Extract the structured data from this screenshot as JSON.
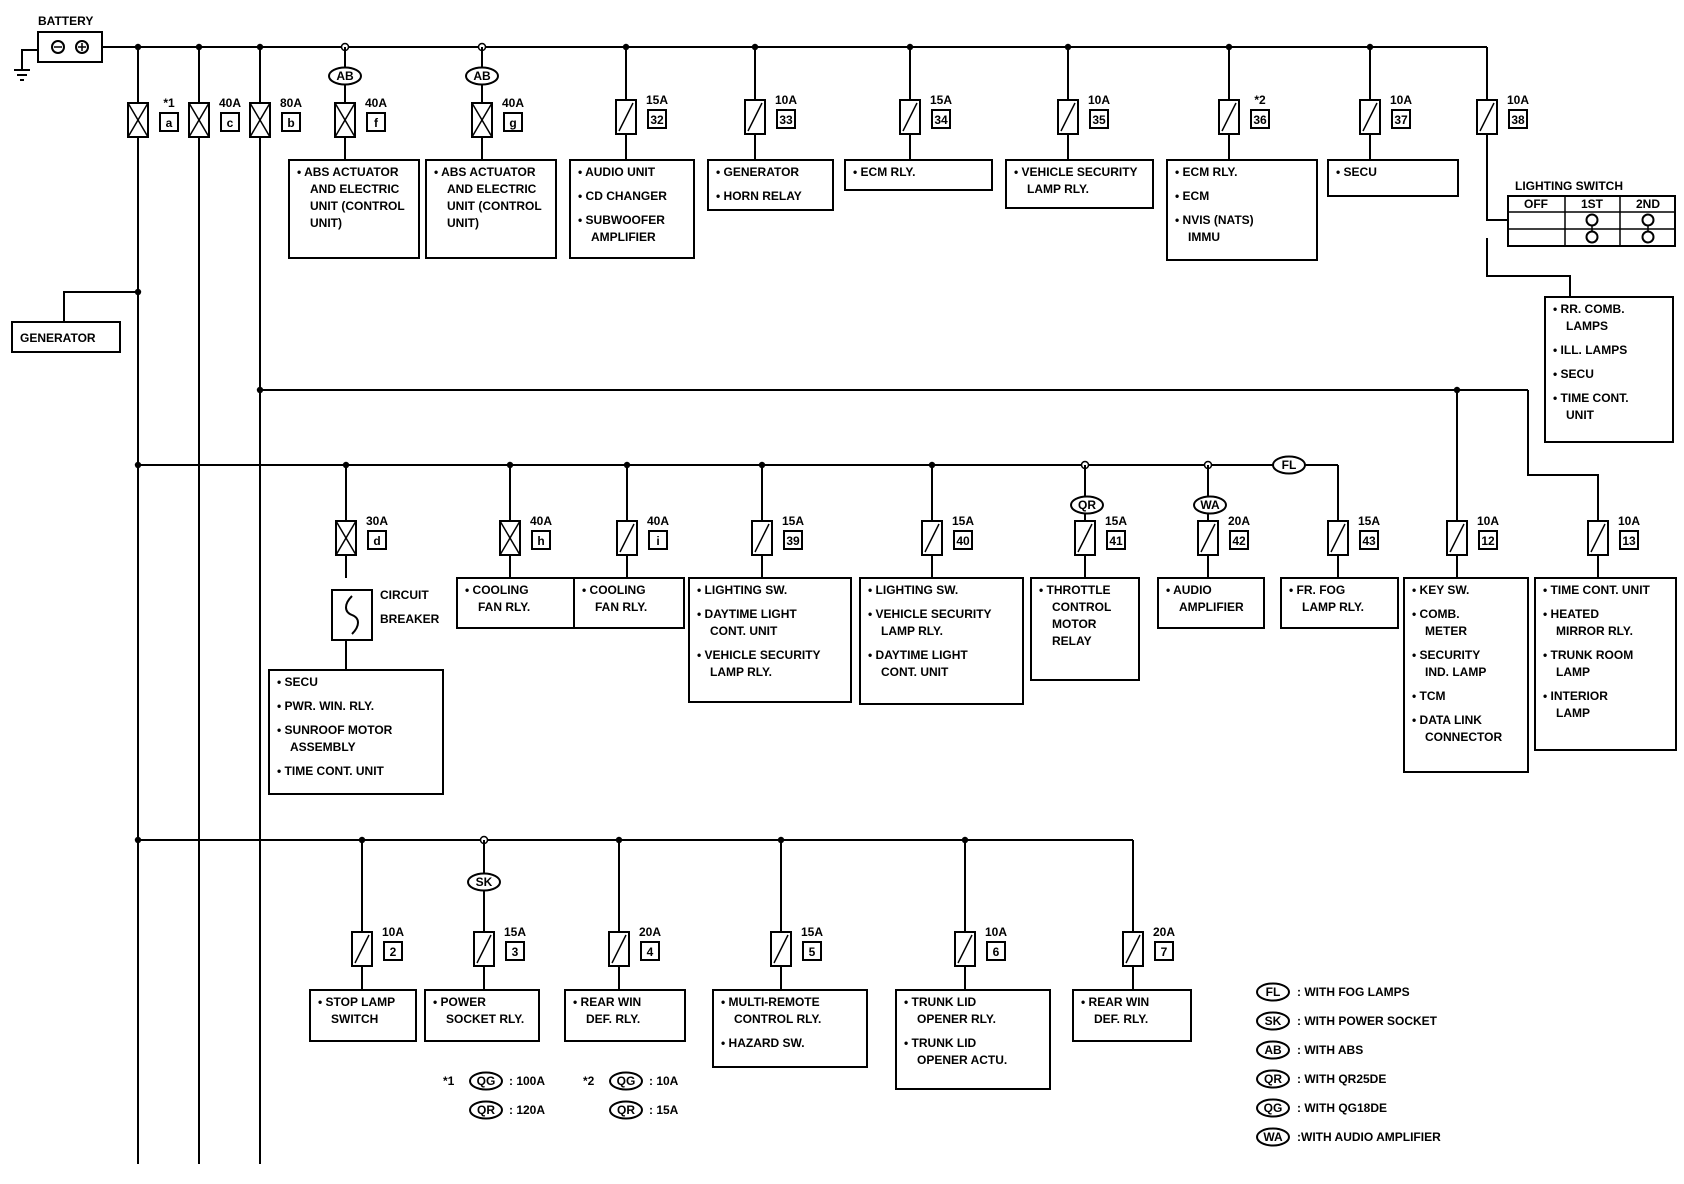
{
  "battery_label": "BATTERY",
  "generator_label": "GENERATOR",
  "lighting_switch": {
    "title": "LIGHTING SWITCH",
    "cols": [
      "OFF",
      "1ST",
      "2ND"
    ]
  },
  "fuses": [
    {
      "id": "a",
      "rating": "*1",
      "link": "a",
      "type": "link"
    },
    {
      "id": "c",
      "rating": "40A",
      "link": "c",
      "type": "link"
    },
    {
      "id": "b",
      "rating": "80A",
      "link": "b",
      "type": "link"
    },
    {
      "id": "f",
      "rating": "40A",
      "link": "f",
      "type": "link"
    },
    {
      "id": "g",
      "rating": "40A",
      "link": "g",
      "type": "link"
    },
    {
      "id": "32",
      "rating": "15A",
      "link": "32",
      "type": "fuse"
    },
    {
      "id": "33",
      "rating": "10A",
      "link": "33",
      "type": "fuse"
    },
    {
      "id": "34",
      "rating": "15A",
      "link": "34",
      "type": "fuse"
    },
    {
      "id": "35",
      "rating": "10A",
      "link": "35",
      "type": "fuse"
    },
    {
      "id": "36",
      "rating": "*2",
      "link": "36",
      "type": "fuse"
    },
    {
      "id": "37",
      "rating": "10A",
      "link": "37",
      "type": "fuse"
    },
    {
      "id": "38",
      "rating": "10A",
      "link": "38",
      "type": "fuse"
    },
    {
      "id": "d",
      "rating": "30A",
      "link": "d",
      "type": "link"
    },
    {
      "id": "h",
      "rating": "40A",
      "link": "h",
      "type": "link"
    },
    {
      "id": "i",
      "rating": "40A",
      "link": "i",
      "type": "fuse"
    },
    {
      "id": "39",
      "rating": "15A",
      "link": "39",
      "type": "fuse"
    },
    {
      "id": "40",
      "rating": "15A",
      "link": "40",
      "type": "fuse"
    },
    {
      "id": "41",
      "rating": "15A",
      "link": "41",
      "type": "fuse"
    },
    {
      "id": "42",
      "rating": "20A",
      "link": "42",
      "type": "fuse"
    },
    {
      "id": "43",
      "rating": "15A",
      "link": "43",
      "type": "fuse"
    },
    {
      "id": "12",
      "rating": "10A",
      "link": "12",
      "type": "fuse"
    },
    {
      "id": "13",
      "rating": "10A",
      "link": "13",
      "type": "fuse"
    },
    {
      "id": "2",
      "rating": "10A",
      "link": "2",
      "type": "fuse"
    },
    {
      "id": "3",
      "rating": "15A",
      "link": "3",
      "type": "fuse"
    },
    {
      "id": "4",
      "rating": "20A",
      "link": "4",
      "type": "fuse"
    },
    {
      "id": "5",
      "rating": "15A",
      "link": "5",
      "type": "fuse"
    },
    {
      "id": "6",
      "rating": "10A",
      "link": "6",
      "type": "fuse"
    },
    {
      "id": "7",
      "rating": "20A",
      "link": "7",
      "type": "fuse"
    }
  ],
  "option_tags": [
    "AB",
    "AB",
    "FL",
    "QR",
    "WA",
    "SK"
  ],
  "circuit_breaker": [
    "CIRCUIT",
    "BREAKER"
  ],
  "loads": [
    {
      "id": "f",
      "lines": [
        "• ABS ACTUATOR",
        "AND ELECTRIC",
        "UNIT (CONTROL",
        "UNIT)"
      ]
    },
    {
      "id": "g",
      "lines": [
        "• ABS ACTUATOR",
        "AND ELECTRIC",
        "UNIT (CONTROL",
        "UNIT)"
      ]
    },
    {
      "id": "32",
      "lines": [
        "• AUDIO UNIT",
        "• CD CHANGER",
        "• SUBWOOFER",
        "AMPLIFIER"
      ]
    },
    {
      "id": "33",
      "lines": [
        "• GENERATOR",
        "• HORN RELAY"
      ]
    },
    {
      "id": "34",
      "lines": [
        "• ECM RLY."
      ]
    },
    {
      "id": "35",
      "lines": [
        "• VEHICLE SECURITY",
        "LAMP RLY."
      ]
    },
    {
      "id": "36",
      "lines": [
        "• ECM RLY.",
        "• ECM",
        "• NVIS (NATS)",
        "IMMU"
      ]
    },
    {
      "id": "37",
      "lines": [
        "• SECU"
      ]
    },
    {
      "id": "38",
      "lines": [
        "• RR. COMB.",
        "LAMPS",
        "• ILL. LAMPS",
        "• SECU",
        "• TIME CONT.",
        "UNIT"
      ]
    },
    {
      "id": "d",
      "lines": [
        "• SECU",
        "• PWR. WIN. RLY.",
        "• SUNROOF MOTOR",
        "ASSEMBLY",
        "• TIME CONT. UNIT"
      ]
    },
    {
      "id": "h",
      "lines": [
        "• COOLING",
        "FAN RLY."
      ]
    },
    {
      "id": "i",
      "lines": [
        "• COOLING",
        "FAN RLY."
      ]
    },
    {
      "id": "39",
      "lines": [
        "• LIGHTING SW.",
        "• DAYTIME LIGHT",
        "CONT. UNIT",
        "• VEHICLE SECURITY",
        "LAMP RLY."
      ]
    },
    {
      "id": "40",
      "lines": [
        "• LIGHTING SW.",
        "• VEHICLE SECURITY",
        "LAMP RLY.",
        "• DAYTIME LIGHT",
        "CONT. UNIT"
      ]
    },
    {
      "id": "41",
      "lines": [
        "• THROTTLE",
        "CONTROL",
        "MOTOR",
        "RELAY"
      ]
    },
    {
      "id": "42",
      "lines": [
        "• AUDIO",
        "AMPLIFIER"
      ]
    },
    {
      "id": "43",
      "lines": [
        "• FR. FOG",
        "LAMP RLY."
      ]
    },
    {
      "id": "12",
      "lines": [
        "• KEY SW.",
        "• COMB.",
        "METER",
        "• SECURITY",
        "IND. LAMP",
        "• TCM",
        "• DATA LINK",
        "CONNECTOR"
      ]
    },
    {
      "id": "13",
      "lines": [
        "• TIME CONT. UNIT",
        "• HEATED",
        "MIRROR RLY.",
        "• TRUNK ROOM",
        "LAMP",
        "• INTERIOR",
        "LAMP"
      ]
    },
    {
      "id": "2",
      "lines": [
        "• STOP LAMP",
        "SWITCH"
      ]
    },
    {
      "id": "3",
      "lines": [
        "• POWER",
        "SOCKET RLY."
      ]
    },
    {
      "id": "4",
      "lines": [
        "• REAR WIN",
        "DEF. RLY."
      ]
    },
    {
      "id": "5",
      "lines": [
        "• MULTI-REMOTE",
        "CONTROL RLY.",
        "• HAZARD SW."
      ]
    },
    {
      "id": "6",
      "lines": [
        "• TRUNK LID",
        "OPENER RLY.",
        "• TRUNK LID",
        "OPENER ACTU."
      ]
    },
    {
      "id": "7",
      "lines": [
        "• REAR WIN",
        "DEF. RLY."
      ]
    }
  ],
  "notes": [
    {
      "mark": "*1",
      "tag": "QG",
      "value": ": 100A"
    },
    {
      "mark": "",
      "tag": "QR",
      "value": ": 120A"
    },
    {
      "mark": "*2",
      "tag": "QG",
      "value": ": 10A"
    },
    {
      "mark": "",
      "tag": "QR",
      "value": ": 15A"
    }
  ],
  "legend": [
    {
      "tag": "FL",
      "text": ": WITH FOG LAMPS"
    },
    {
      "tag": "SK",
      "text": ": WITH POWER SOCKET"
    },
    {
      "tag": "AB",
      "text": ": WITH ABS"
    },
    {
      "tag": "QR",
      "text": ": WITH QR25DE"
    },
    {
      "tag": "QG",
      "text": ": WITH QG18DE"
    },
    {
      "tag": "WA",
      "text": ":WITH AUDIO AMPLIFIER"
    }
  ]
}
